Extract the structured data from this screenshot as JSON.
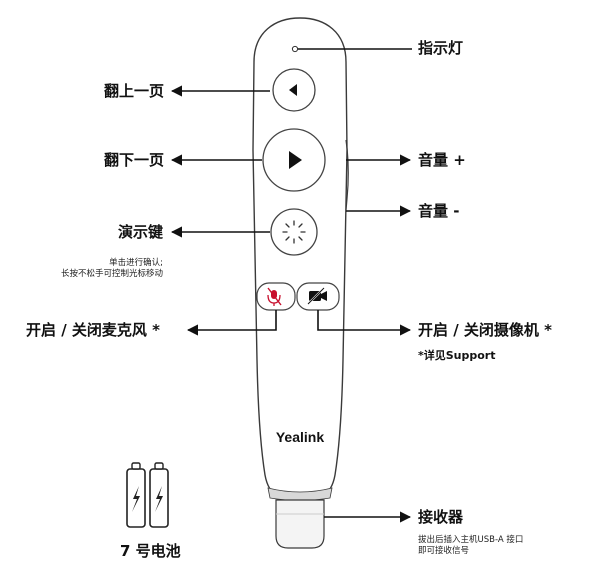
{
  "labels": {
    "indicator": "指示灯",
    "page_up": "翻上一页",
    "page_down": "翻下一页",
    "volume_up": "音量 +",
    "volume_down": "音量 -",
    "presenter_key": "演示键",
    "presenter_note_1": "单击进行确认;",
    "presenter_note_2": "长按不松手可控制光标移动",
    "mic_toggle": "开启 / 关闭麦克风 *",
    "camera_toggle": "开启 / 关闭摄像机 *",
    "support_note": "*详见Support",
    "receiver": "接收器",
    "receiver_note_1": "拔出后插入主机USB-A 接口",
    "receiver_note_2": "即可接收信号",
    "battery": "7 号电池"
  },
  "device": {
    "brand": "Yealink"
  },
  "colors": {
    "body_fill": "#ffffff",
    "outline": "#3a3a3a",
    "mic_accent": "#c8102e",
    "dark": "#111111"
  }
}
